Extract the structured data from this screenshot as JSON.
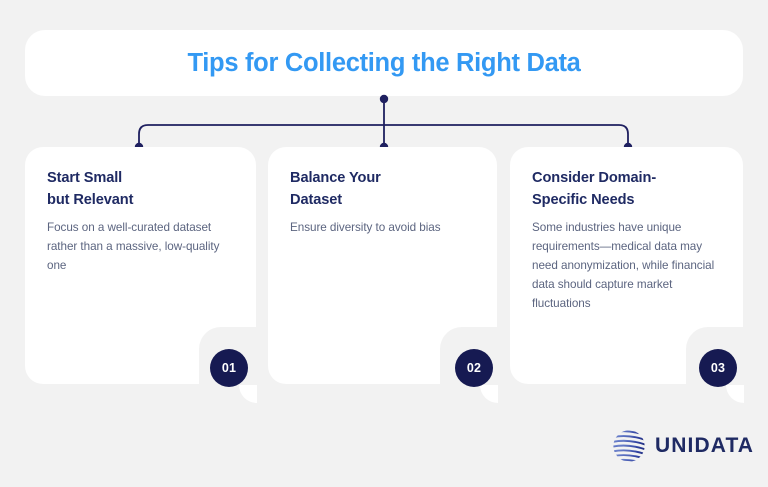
{
  "header": {
    "title": "Tips for Collecting the Right Data",
    "title_color": "#3399f3"
  },
  "theme": {
    "background": "#f2f2f2",
    "card_background": "#ffffff",
    "heading_color": "#1f2a63",
    "body_text_color": "#5c6580",
    "badge_background": "#161a52",
    "badge_text_color": "#ffffff",
    "connector_color": "#1f2060",
    "logo_color": "#1f2a63"
  },
  "cards": [
    {
      "heading": "Start Small\nbut Relevant",
      "text": "Focus on a well-curated dataset rather than a massive, low-quality one",
      "badge": "01"
    },
    {
      "heading": "Balance Your\nDataset",
      "text": "Ensure diversity to avoid bias",
      "badge": "02"
    },
    {
      "heading": "Consider Domain-\nSpecific Needs",
      "text": "Some industries have unique requirements—medical data may need anonymization, while financial data should capture market fluctuations",
      "badge": "03"
    }
  ],
  "footer": {
    "logo_name": "UNIDATA",
    "logo_mark": "globe-icon"
  }
}
